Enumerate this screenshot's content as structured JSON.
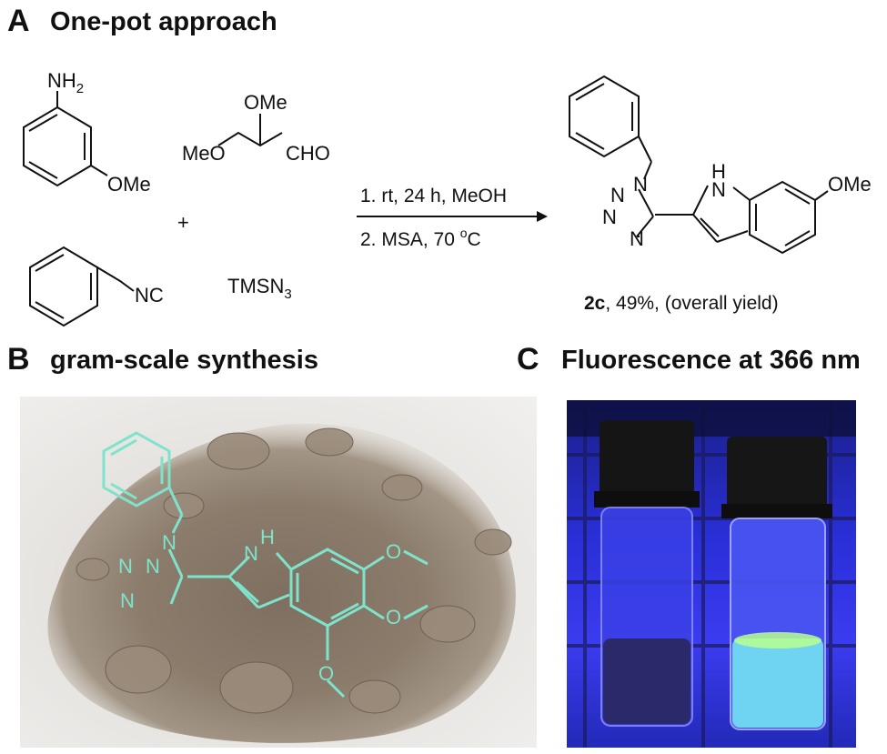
{
  "panel_a": {
    "letter": "A",
    "title": "One-pot approach",
    "reagents": {
      "aniline_group": "NH",
      "aniline_sub": "2",
      "aniline_ome": "OMe",
      "acetal_ome_top": "OMe",
      "acetal_meo": "MeO",
      "acetal_cho": "CHO",
      "plus": "+",
      "isocyanide": "NC",
      "azide": "TMSN",
      "azide_sub": "3"
    },
    "conditions": {
      "step1": "1. rt, 24 h, MeOH",
      "step2_prefix": "2. MSA, 70 ",
      "step2_sup": "o",
      "step2_suffix": "C"
    },
    "product": {
      "nh": "H",
      "n_indole": "N",
      "ome": "OMe",
      "tetrazole_n1": "N",
      "tetrazole_n2": "N",
      "tetrazole_n3": "N",
      "tetrazole_n4": "N",
      "compound": "2c",
      "yield": ", 49%, (overall yield)"
    }
  },
  "panel_b": {
    "letter": "B",
    "title": "gram-scale synthesis",
    "overlay": {
      "h": "H",
      "n_indole": "N",
      "tetrazole_n1": "N",
      "tetrazole_n2": "N",
      "tetrazole_n3": "N",
      "tetrazole_n4": "N",
      "o1": "O",
      "o2": "O",
      "o3": "O"
    },
    "overlay_color": "#7fe3cc"
  },
  "panel_c": {
    "letter": "C",
    "title": "Fluorescence at 366 nm"
  }
}
